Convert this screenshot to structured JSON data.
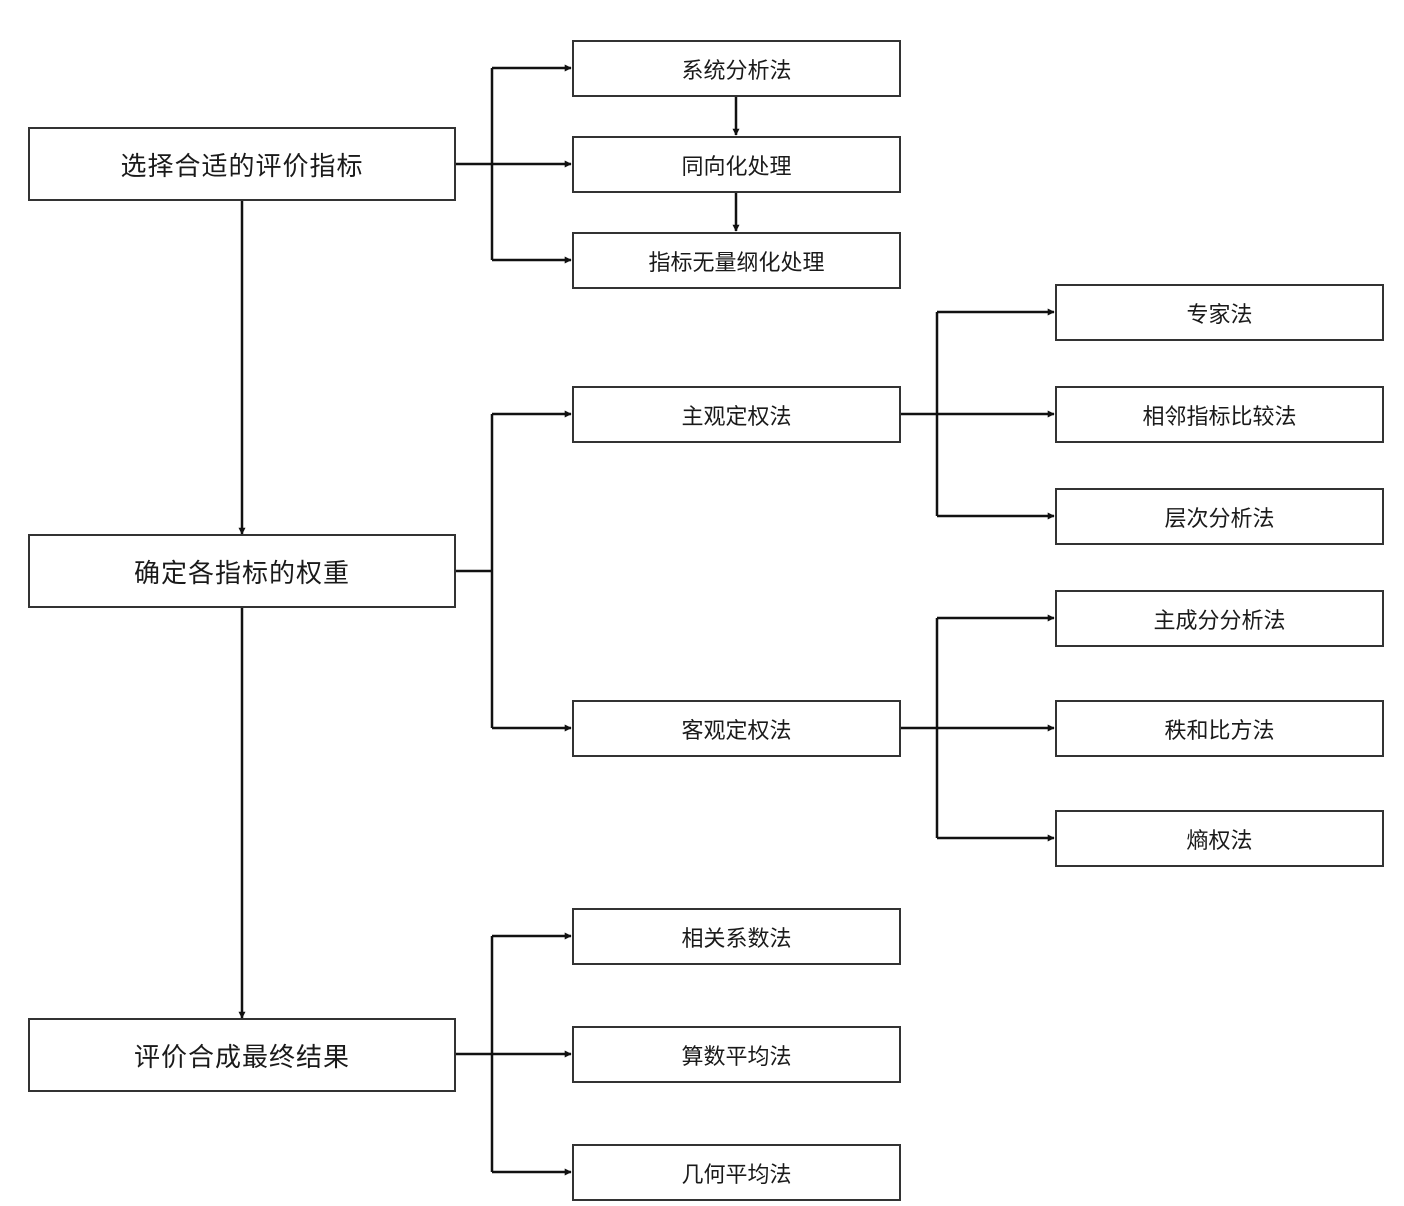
{
  "steps": {
    "select": "选择合适的评价指标",
    "weight": "确定各指标的权重",
    "combine": "评价合成最终结果"
  },
  "select_methods": {
    "system_analysis": "系统分析法",
    "same_direction": "同向化处理",
    "dimensionless": "指标无量纲化处理"
  },
  "weight_methods": {
    "subjective": "主观定权法",
    "objective": "客观定权法"
  },
  "subjective_methods": {
    "expert": "专家法",
    "adjacent_compare": "相邻指标比较法",
    "ahp": "层次分析法"
  },
  "objective_methods": {
    "pca": "主成分分析法",
    "rank_sum_ratio": "秩和比方法",
    "entropy": "熵权法"
  },
  "combine_methods": {
    "correlation": "相关系数法",
    "arithmetic_mean": "算数平均法",
    "geometric_mean": "几何平均法"
  }
}
